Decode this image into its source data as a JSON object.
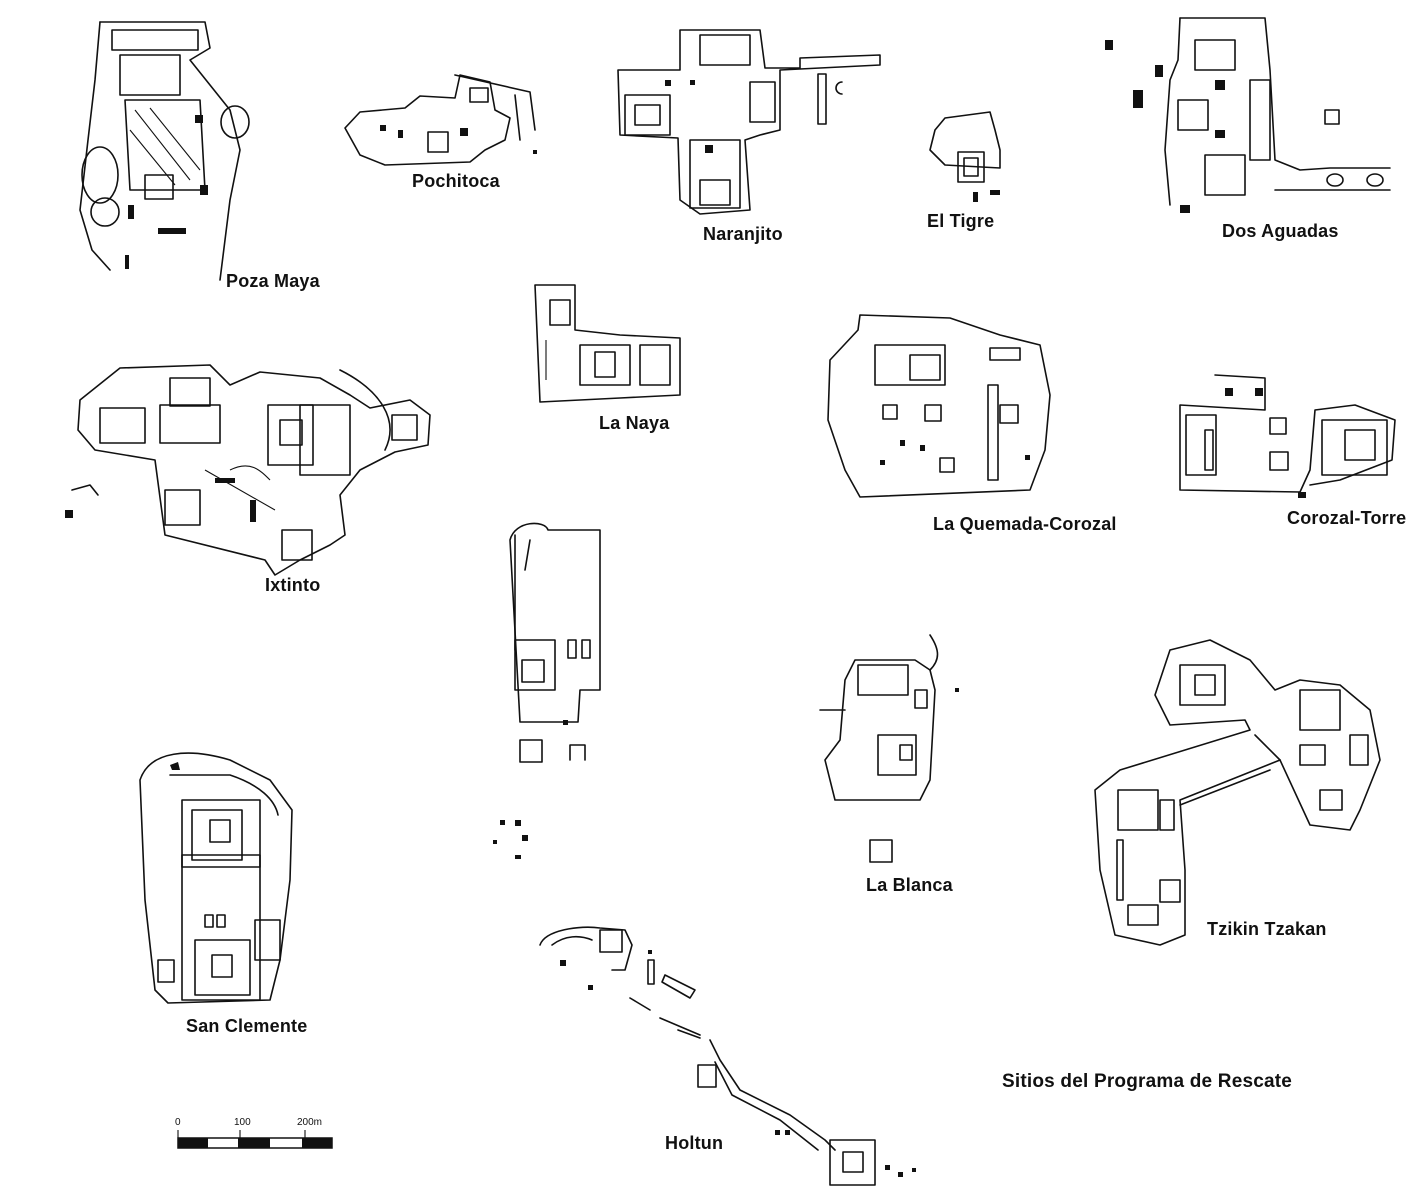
{
  "title": "Sitios del Programa de Rescate",
  "sites": [
    {
      "id": "poza-maya",
      "name": "Poza Maya"
    },
    {
      "id": "pochitoca",
      "name": "Pochitoca"
    },
    {
      "id": "naranjito",
      "name": "Naranjito"
    },
    {
      "id": "el-tigre",
      "name": "El Tigre"
    },
    {
      "id": "dos-aguadas",
      "name": "Dos Aguadas"
    },
    {
      "id": "la-naya",
      "name": "La Naya"
    },
    {
      "id": "ixtinto",
      "name": "Ixtinto"
    },
    {
      "id": "la-quemada-corozal",
      "name": "La Quemada-Corozal"
    },
    {
      "id": "corozal-torre",
      "name": "Corozal-Torre"
    },
    {
      "id": "la-blanca",
      "name": "La Blanca"
    },
    {
      "id": "tzikin-tzakan",
      "name": "Tzikin Tzakan"
    },
    {
      "id": "san-clemente",
      "name": "San Clemente"
    },
    {
      "id": "holtun",
      "name": "Holtun"
    }
  ],
  "scale_bar": {
    "ticks": [
      "0",
      "100",
      "200m"
    ]
  }
}
